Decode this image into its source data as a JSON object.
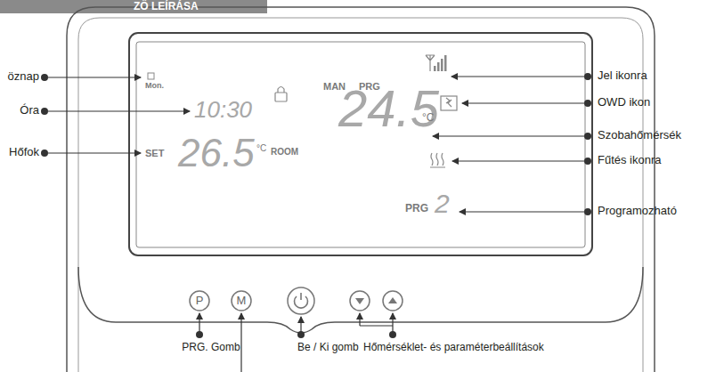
{
  "diagram": {
    "title": "ZŐ LEÍRÁSA",
    "labels": [
      "öznap",
      "Óra",
      "Hőfok",
      "Mon.",
      "10:30",
      "MAN",
      "PRG",
      "24.5",
      "°C",
      "SET",
      "26.5",
      "°C",
      "ROOM",
      "PRG",
      "2",
      "Jel ikonra",
      "OWD ikon",
      "Szobahőmérsék",
      "Fűtés ikonra",
      "Programozható",
      "P",
      "M",
      "PRG. Gomb",
      "Be / Ki gomb",
      "Hőmérséklet- és paraméterbeállítások"
    ]
  }
}
